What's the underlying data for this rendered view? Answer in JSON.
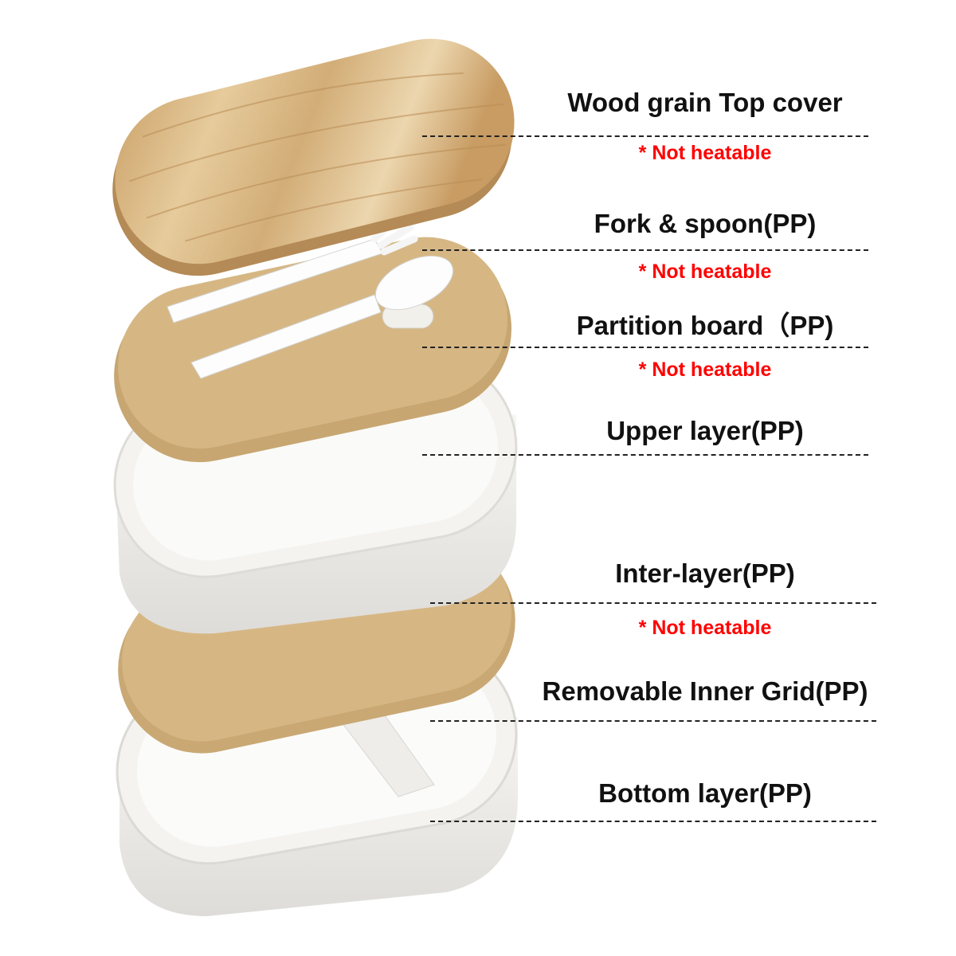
{
  "parts": [
    {
      "label": "Wood grain Top cover",
      "note": "* Not heatable"
    },
    {
      "label": "Fork & spoon(PP)",
      "note": "* Not heatable"
    },
    {
      "label": "Partition board（PP)",
      "note": "* Not heatable"
    },
    {
      "label": "Upper layer(PP)"
    },
    {
      "label": "Inter-layer(PP)",
      "note": "* Not heatable"
    },
    {
      "label": "Removable Inner Grid(PP)"
    },
    {
      "label": "Bottom layer(PP)"
    }
  ],
  "colors": {
    "wood": "#d8b886",
    "tan": "#d4b582",
    "white_box": "#ecebe8",
    "warning": "#ff0000"
  }
}
